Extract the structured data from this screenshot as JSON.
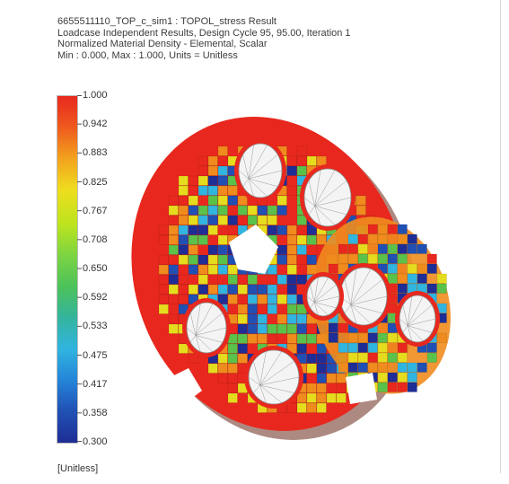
{
  "header": {
    "line1": "6655511110_TOP_c_sim1 : TOPOL_stress Result",
    "line2": "Loadcase Independent Results, Design Cycle 95, 95.00, Iteration 1",
    "line3": "Normalized Material Density - Elemental, Scalar",
    "line4": "Min : 0.000, Max : 1.000, Units = Unitless"
  },
  "legend": {
    "ticks": [
      "1.000",
      "0.942",
      "0.883",
      "0.825",
      "0.767",
      "0.708",
      "0.650",
      "0.592",
      "0.533",
      "0.475",
      "0.417",
      "0.358",
      "0.300"
    ],
    "unit": "[Unitless]"
  },
  "colors": {
    "red": "#e8281e",
    "orange": "#f08c1e",
    "yellow": "#e6dc1e",
    "green": "#5ac24a",
    "cyan": "#30b4e0",
    "blue": "#2050b4",
    "navy": "#1e2e96"
  }
}
